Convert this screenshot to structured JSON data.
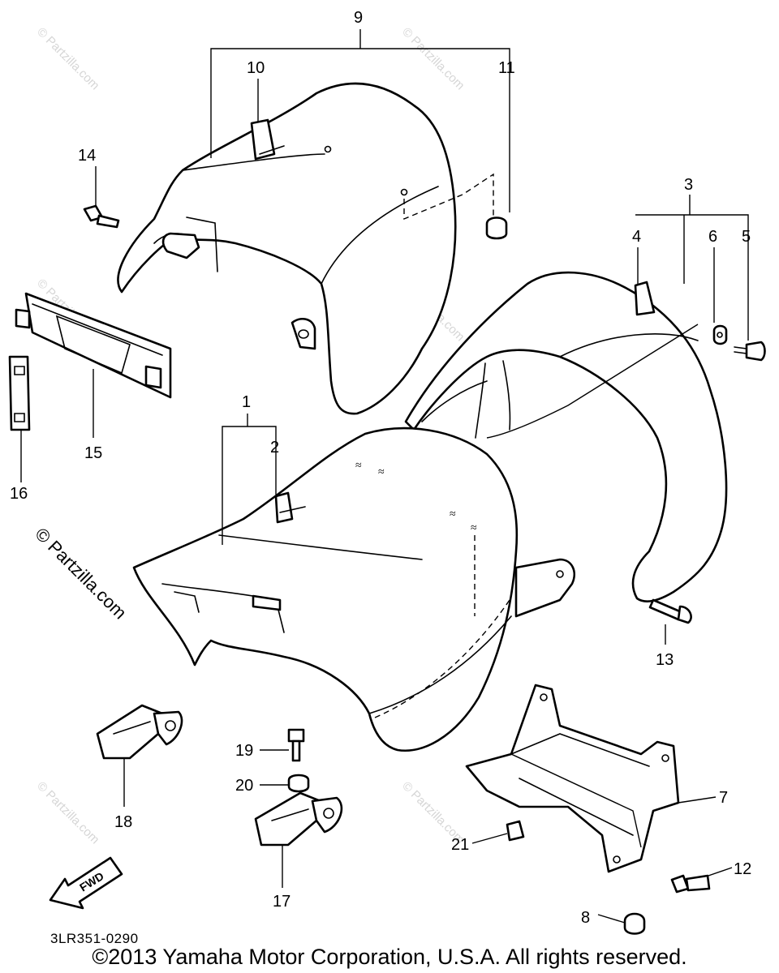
{
  "diagram": {
    "callouts": {
      "c1": "1",
      "c2": "2",
      "c3": "3",
      "c4": "4",
      "c5": "5",
      "c6": "6",
      "c7": "7",
      "c8": "8",
      "c9": "9",
      "c10": "10",
      "c11": "11",
      "c12": "12",
      "c13": "13",
      "c14": "14",
      "c15": "15",
      "c16": "16",
      "c17": "17",
      "c18": "18",
      "c19": "19",
      "c20": "20",
      "c21": "21"
    },
    "fwd_label": "FWD",
    "diagram_code": "3LR351-0290",
    "copyright": "©2013 Yamaha Motor Corporation, U.S.A. All rights reserved.",
    "watermark_main": "© Partzilla.com",
    "watermark_tile": "© Partzilla.com"
  }
}
